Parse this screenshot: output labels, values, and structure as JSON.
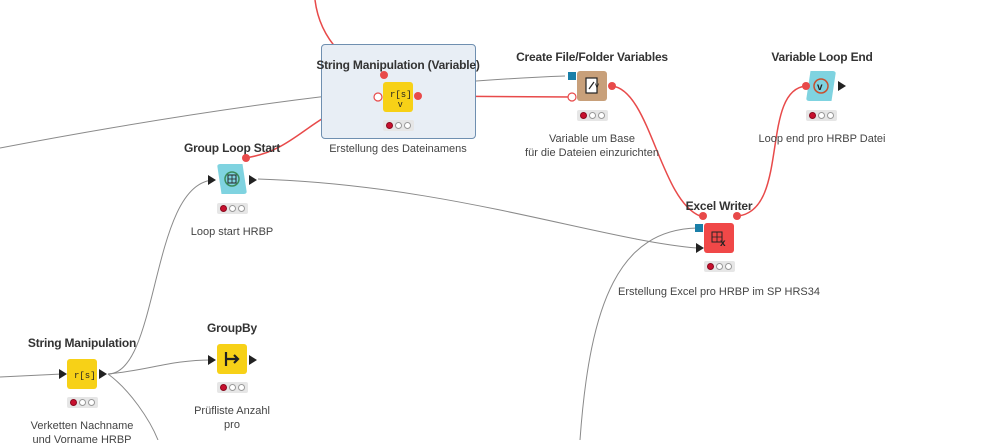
{
  "colors": {
    "variable_flow": "#e84a4a",
    "data_flow": "#7a7a7a",
    "manipulator": "#f7d117",
    "loop": "#7fd3e0",
    "sink": "#f04848",
    "other": "#c8a07a"
  },
  "nodes": [
    {
      "title": "String Manipulation (Variable)",
      "label": "Erstellung des Dateinamens",
      "icon": "string-manipulation-variable-icon",
      "glyph": "r[s]v"
    },
    {
      "title": "Create File/Folder Variables",
      "label": "Variable um Base\nfür die Dateien einzurichten",
      "icon": "create-file-folder-icon",
      "glyph": "⎘"
    },
    {
      "title": "Variable Loop End",
      "label": "Loop end pro HRBP Datei",
      "icon": "variable-loop-end-icon",
      "glyph": "v"
    },
    {
      "title": "Group Loop Start",
      "label": "Loop start HRBP",
      "icon": "group-loop-start-icon",
      "glyph": "⊞"
    },
    {
      "title": "Excel Writer",
      "label": "Erstellung Excel pro HRBP im SP HRS34",
      "icon": "excel-writer-icon",
      "glyph": "⊞x"
    },
    {
      "title": "String Manipulation",
      "label": "Verketten Nachname\nund Vorname HRBP",
      "icon": "string-manipulation-icon",
      "glyph": "r[s]"
    },
    {
      "title": "GroupBy",
      "label": "Prüfliste Anzahl\npro",
      "icon": "groupby-icon",
      "glyph": "┣"
    }
  ]
}
